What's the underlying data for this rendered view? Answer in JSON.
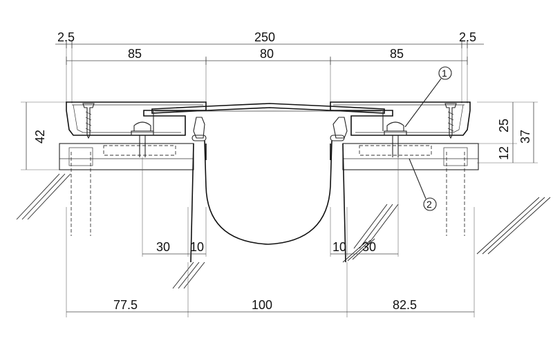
{
  "dimensions": {
    "top_left_edge": "2.5",
    "top_total": "250",
    "top_right_edge": "2.5",
    "upper_left": "85",
    "upper_center": "80",
    "upper_right": "85",
    "left_height": "42",
    "right_upper_height": "25",
    "right_lower_height": "12",
    "right_total_height": "37",
    "mid_left_offset": "30",
    "mid_left_gap": "10",
    "mid_right_gap": "10",
    "mid_right_offset": "30",
    "bottom_left": "77.5",
    "bottom_center": "100",
    "bottom_right": "82.5"
  },
  "callouts": {
    "part_1": "1",
    "part_2": "2"
  }
}
